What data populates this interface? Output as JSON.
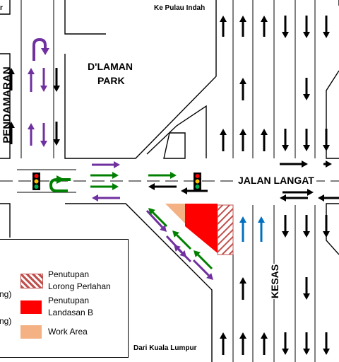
{
  "labels": {
    "top_left_fragment": "r",
    "north_destination": "Ke Pulau Indah",
    "south_destination": "Dari Kuala Lumpur",
    "west_road": "PENDAMARAN",
    "building_line1": "D'LAMAN",
    "building_line2": "PARK",
    "east_road": "JALAN LANGAT",
    "south_road": "KESAS"
  },
  "legend": {
    "left_cut_1": "ng)",
    "left_cut_2": "ng)",
    "items": [
      {
        "label_line1": "Penutupan",
        "label_line2": "Lorong Perlahan",
        "swatch": "hatched"
      },
      {
        "label_line1": "Penutupan",
        "label_line2": "Landasan B",
        "swatch": "red"
      },
      {
        "label_line1": "Work Area",
        "label_line2": "",
        "swatch": "tan"
      }
    ]
  },
  "colors": {
    "closure_red": "#ff0000",
    "work_area_tan": "#f4b183",
    "hatch_red": "#c0504d",
    "arrow_black": "#000000",
    "arrow_purple": "#7030a0",
    "arrow_green": "#008000",
    "arrow_blue": "#0070c0",
    "traffic_light_red": "#ff0000",
    "traffic_light_yellow": "#ffc000",
    "traffic_light_green": "#00b050"
  }
}
